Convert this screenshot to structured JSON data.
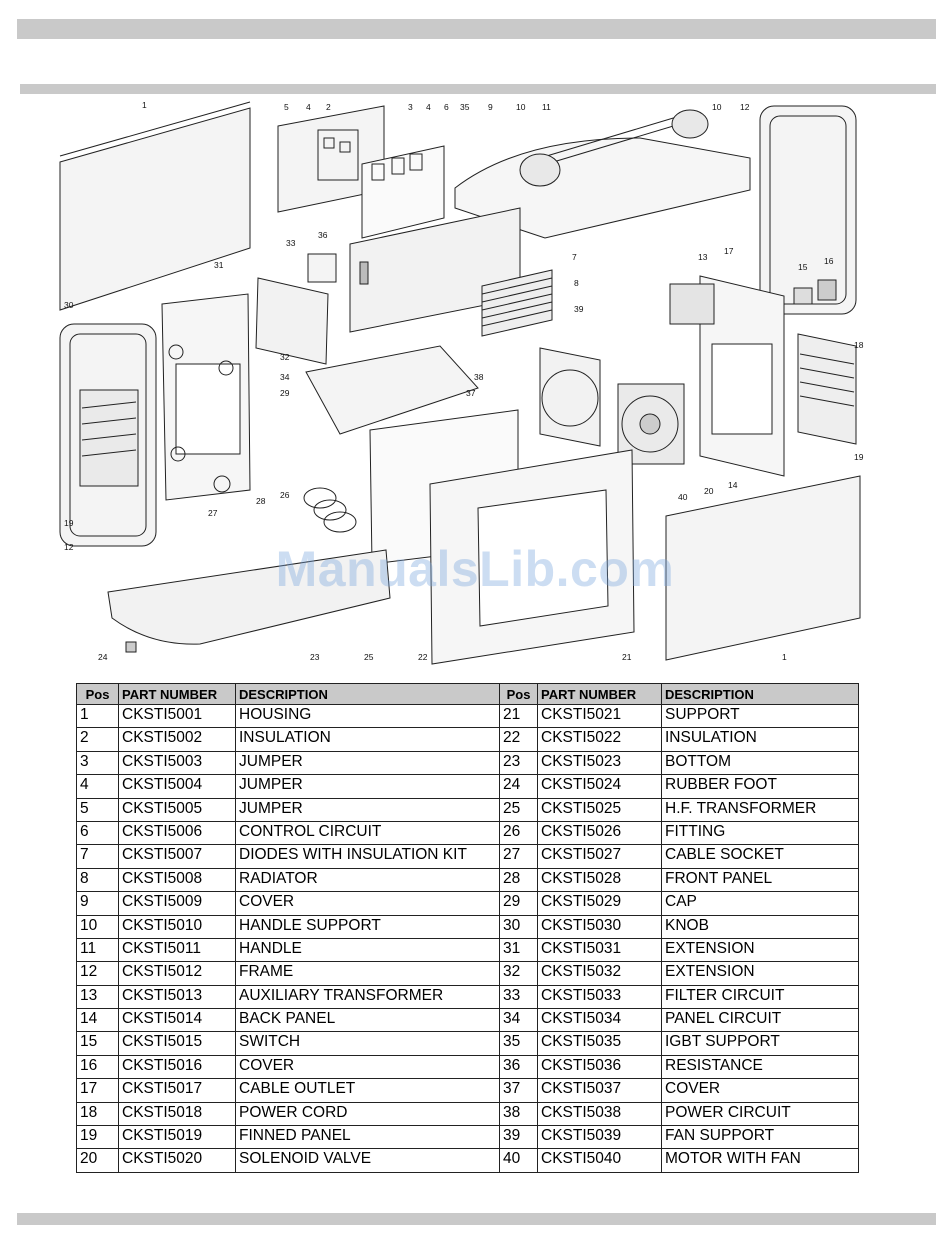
{
  "watermark": "ManualsLib.com",
  "diagram": {
    "callouts": [
      "1",
      "2",
      "3",
      "4",
      "5",
      "6",
      "7",
      "8",
      "9",
      "10",
      "11",
      "12",
      "13",
      "14",
      "15",
      "16",
      "17",
      "18",
      "19",
      "20",
      "21",
      "22",
      "23",
      "24",
      "25",
      "26",
      "27",
      "28",
      "29",
      "30",
      "31",
      "32",
      "33",
      "34",
      "35",
      "36",
      "37",
      "38",
      "39",
      "40"
    ]
  },
  "table": {
    "headers": {
      "pos": "Pos",
      "part_number": "PART NUMBER",
      "description": "DESCRIPTION"
    },
    "rows": [
      {
        "left": {
          "pos": "1",
          "part": "CKSTI5001",
          "desc": "HOUSING"
        },
        "right": {
          "pos": "21",
          "part": "CKSTI5021",
          "desc": "SUPPORT"
        }
      },
      {
        "left": {
          "pos": "2",
          "part": "CKSTI5002",
          "desc": "INSULATION"
        },
        "right": {
          "pos": "22",
          "part": "CKSTI5022",
          "desc": "INSULATION"
        }
      },
      {
        "left": {
          "pos": "3",
          "part": "CKSTI5003",
          "desc": "JUMPER"
        },
        "right": {
          "pos": "23",
          "part": "CKSTI5023",
          "desc": "BOTTOM"
        }
      },
      {
        "left": {
          "pos": "4",
          "part": "CKSTI5004",
          "desc": "JUMPER"
        },
        "right": {
          "pos": "24",
          "part": "CKSTI5024",
          "desc": "RUBBER FOOT"
        }
      },
      {
        "left": {
          "pos": "5",
          "part": "CKSTI5005",
          "desc": "JUMPER"
        },
        "right": {
          "pos": "25",
          "part": "CKSTI5025",
          "desc": "H.F. TRANSFORMER"
        }
      },
      {
        "left": {
          "pos": "6",
          "part": "CKSTI5006",
          "desc": "CONTROL CIRCUIT"
        },
        "right": {
          "pos": "26",
          "part": "CKSTI5026",
          "desc": "FITTING"
        }
      },
      {
        "left": {
          "pos": "7",
          "part": "CKSTI5007",
          "desc": "DIODES WITH INSULATION KIT"
        },
        "right": {
          "pos": "27",
          "part": "CKSTI5027",
          "desc": "CABLE SOCKET"
        }
      },
      {
        "left": {
          "pos": "8",
          "part": "CKSTI5008",
          "desc": "RADIATOR"
        },
        "right": {
          "pos": "28",
          "part": "CKSTI5028",
          "desc": "FRONT PANEL"
        }
      },
      {
        "left": {
          "pos": "9",
          "part": "CKSTI5009",
          "desc": "COVER"
        },
        "right": {
          "pos": "29",
          "part": "CKSTI5029",
          "desc": "CAP"
        }
      },
      {
        "left": {
          "pos": "10",
          "part": "CKSTI5010",
          "desc": "HANDLE SUPPORT"
        },
        "right": {
          "pos": "30",
          "part": "CKSTI5030",
          "desc": "KNOB"
        }
      },
      {
        "left": {
          "pos": "11",
          "part": "CKSTI5011",
          "desc": "HANDLE"
        },
        "right": {
          "pos": "31",
          "part": "CKSTI5031",
          "desc": "EXTENSION"
        }
      },
      {
        "left": {
          "pos": "12",
          "part": "CKSTI5012",
          "desc": "FRAME"
        },
        "right": {
          "pos": "32",
          "part": "CKSTI5032",
          "desc": "EXTENSION"
        }
      },
      {
        "left": {
          "pos": "13",
          "part": "CKSTI5013",
          "desc": "AUXILIARY TRANSFORMER"
        },
        "right": {
          "pos": "33",
          "part": "CKSTI5033",
          "desc": "FILTER CIRCUIT"
        }
      },
      {
        "left": {
          "pos": "14",
          "part": "CKSTI5014",
          "desc": "BACK PANEL"
        },
        "right": {
          "pos": "34",
          "part": "CKSTI5034",
          "desc": "PANEL CIRCUIT"
        }
      },
      {
        "left": {
          "pos": "15",
          "part": "CKSTI5015",
          "desc": "SWITCH"
        },
        "right": {
          "pos": "35",
          "part": "CKSTI5035",
          "desc": "IGBT SUPPORT"
        }
      },
      {
        "left": {
          "pos": "16",
          "part": "CKSTI5016",
          "desc": "COVER"
        },
        "right": {
          "pos": "36",
          "part": "CKSTI5036",
          "desc": "RESISTANCE"
        }
      },
      {
        "left": {
          "pos": "17",
          "part": "CKSTI5017",
          "desc": "CABLE OUTLET"
        },
        "right": {
          "pos": "37",
          "part": "CKSTI5037",
          "desc": "COVER"
        }
      },
      {
        "left": {
          "pos": "18",
          "part": "CKSTI5018",
          "desc": "POWER CORD"
        },
        "right": {
          "pos": "38",
          "part": "CKSTI5038",
          "desc": "POWER CIRCUIT"
        }
      },
      {
        "left": {
          "pos": "19",
          "part": "CKSTI5019",
          "desc": "FINNED PANEL"
        },
        "right": {
          "pos": "39",
          "part": "CKSTI5039",
          "desc": "FAN SUPPORT"
        }
      },
      {
        "left": {
          "pos": "20",
          "part": "CKSTI5020",
          "desc": "SOLENOID VALVE"
        },
        "right": {
          "pos": "40",
          "part": "CKSTI5040",
          "desc": "MOTOR WITH FAN"
        }
      }
    ]
  }
}
